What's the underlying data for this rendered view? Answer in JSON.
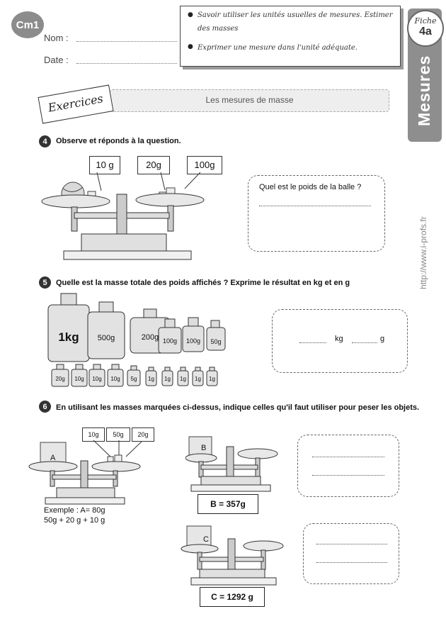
{
  "header": {
    "level": "Cm1",
    "name_label": "Nom :",
    "date_label": "Date :",
    "objectives": [
      "Savoir utiliser les unités usuelles de mesures. Estimer des masses",
      "Exprimer une mesure dans l'unité adéquate."
    ],
    "fiche_label": "Fiche",
    "fiche_number": "4a",
    "subject": "Mesures",
    "site_url": "http://www.i-profs.fr"
  },
  "exercises_banner": {
    "stamp": "Exercices",
    "title": "Les mesures de masse"
  },
  "q4": {
    "number": "4",
    "instruction": "Observe et réponds à la question.",
    "weights": [
      "10 g",
      "20g",
      "100g"
    ],
    "question": "Quel est le poids de la balle ?"
  },
  "q5": {
    "number": "5",
    "instruction": "Quelle est la masse totale des poids affichés ? Exprime le résultat en kg et en g",
    "big_weights": [
      "1kg",
      "500g",
      "200g",
      "100g",
      "100g",
      "50g"
    ],
    "small_weights": [
      "20g",
      "10g",
      "10g",
      "10g",
      "5g",
      "1g",
      "1g",
      "1g",
      "1g",
      "1g"
    ],
    "answer_units": [
      "kg",
      "g"
    ]
  },
  "q6": {
    "number": "6",
    "instruction": "En utilisant les masses marquées ci-dessus, indique celles qu'il faut utiliser pour peser les objets.",
    "example_weights": [
      "10g",
      "50g",
      "20g"
    ],
    "example_object": "A",
    "example_line1": "Exemple : A= 80g",
    "example_line2": "50g + 20 g + 10 g",
    "object_b": "B",
    "result_b": "B  = 357g",
    "object_c": "C",
    "result_c": "C  = 1292 g"
  }
}
